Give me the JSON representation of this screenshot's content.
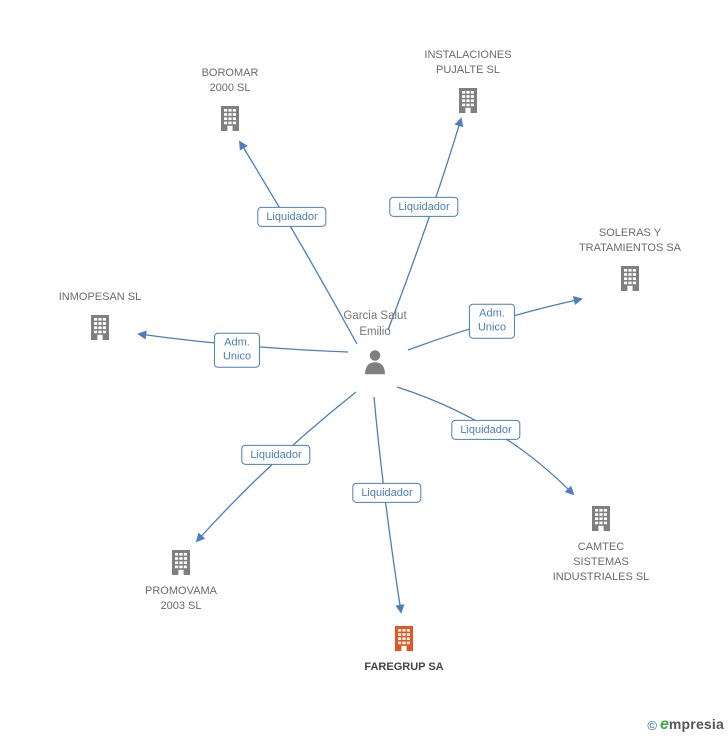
{
  "diagram": {
    "center": {
      "name": "Garcia Salut\nEmilio"
    },
    "nodes": [
      {
        "id": "boromar",
        "label": "BOROMAR\n2000 SL"
      },
      {
        "id": "instalaciones-pujalte",
        "label": "INSTALACIONES\nPUJALTE SL"
      },
      {
        "id": "soleras-tratamientos",
        "label": "SOLERAS Y\nTRATAMIENTOS SA"
      },
      {
        "id": "inmopesan",
        "label": "INMOPESAN SL"
      },
      {
        "id": "promovama",
        "label": "PROMOVAMA\n2003 SL"
      },
      {
        "id": "camtec",
        "label": "CAMTEC\nSISTEMAS\nINDUSTRIALES SL"
      },
      {
        "id": "faregrup",
        "label": "FAREGRUP SA",
        "highlighted": true
      }
    ],
    "edges": [
      {
        "from": "Garcia Salut Emilio",
        "to": "BOROMAR 2000 SL",
        "label": "Liquidador"
      },
      {
        "from": "Garcia Salut Emilio",
        "to": "INSTALACIONES PUJALTE SL",
        "label": "Liquidador"
      },
      {
        "from": "Garcia Salut Emilio",
        "to": "SOLERAS Y TRATAMIENTOS SA",
        "label": "Adm.\nUnico"
      },
      {
        "from": "Garcia Salut Emilio",
        "to": "INMOPESAN SL",
        "label": "Adm.\nUnico"
      },
      {
        "from": "Garcia Salut Emilio",
        "to": "PROMOVAMA 2003 SL",
        "label": "Liquidador"
      },
      {
        "from": "Garcia Salut Emilio",
        "to": "FAREGRUP SA",
        "label": "Liquidador"
      },
      {
        "from": "Garcia Salut Emilio",
        "to": "CAMTEC SISTEMAS INDUSTRIALES SL",
        "label": "Liquidador"
      }
    ],
    "colors": {
      "edge_blue": "#4a7ec0",
      "node_gray": "#7f7f7f",
      "highlight_orange": "#e8531e"
    }
  },
  "watermark": {
    "copyright": "©",
    "brand_initial": "e",
    "brand_rest": "mpresia"
  }
}
